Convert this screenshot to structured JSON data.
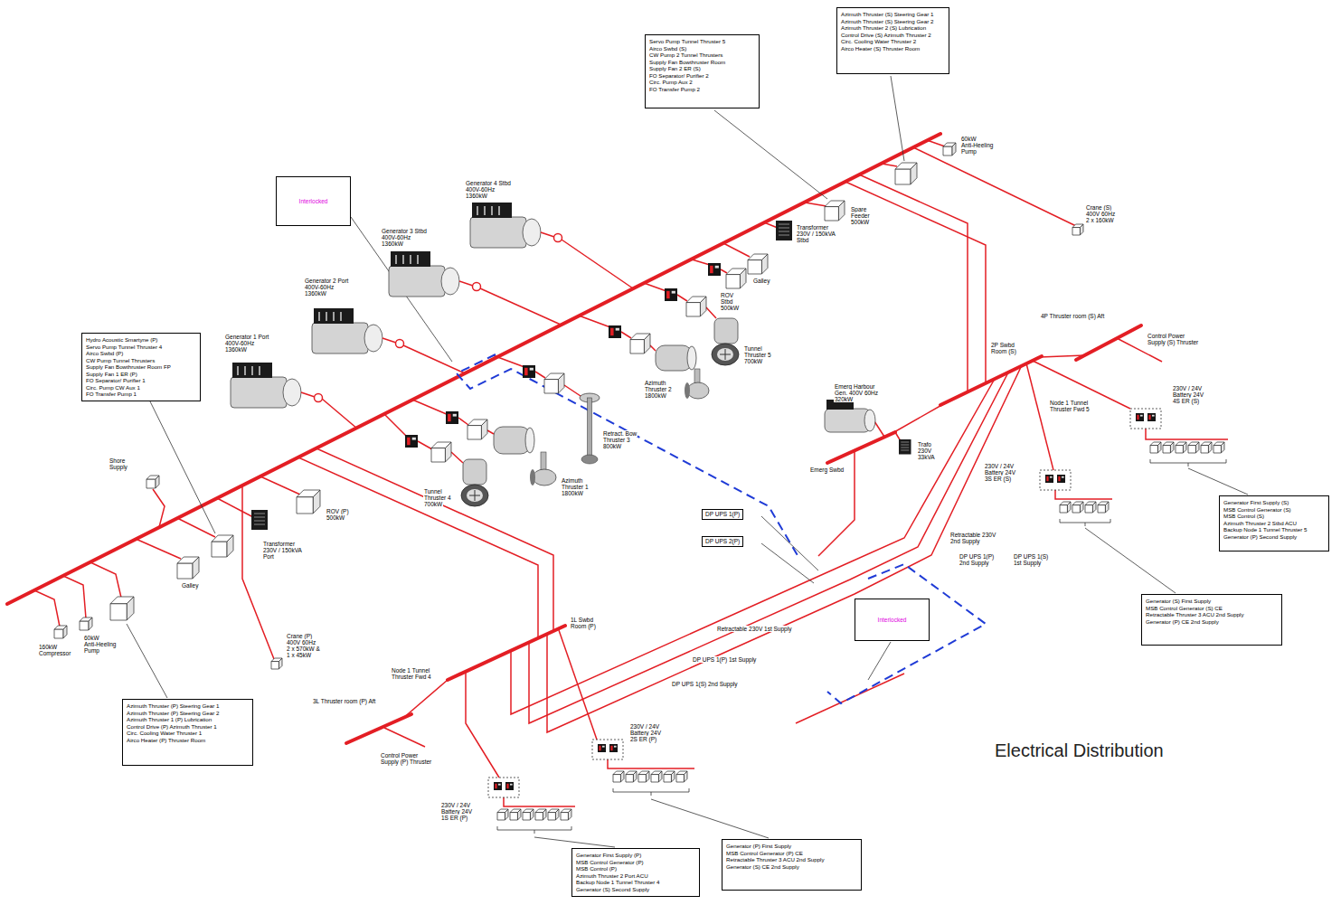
{
  "diagram": {
    "title": "Electrical Distribution",
    "nodes": [
      {
        "text": [
          "Azimuth Thruster (S) Steering Gear 1",
          "Azimuth Thruster (S) Steering Gear 2",
          "Azimuth Thruster 2 (S) Lubrication",
          "Control Drive (S) Azimuth Thruster 2",
          "Circ. Cooling Water Thruster 2",
          "Airco Heater (S) Thruster Room"
        ]
      },
      {
        "text": [
          "Servo Pump Tunnel Thruster 5",
          "Airco Swbd (S)",
          "CW Pump 2 Tunnel Thrusters",
          "Supply Fan Bowthruster Room",
          "Supply Fan 2 ER (S)",
          "FO Separator/ Purifier 2",
          "Circ. Pump Aux 2",
          "FO Transfer Pump 2"
        ]
      },
      {
        "text": [
          "Interlocked"
        ]
      },
      {
        "text": [
          "Hydro Acoustic Smartyne (P)",
          "Servo Pump Tunnel Thruster 4",
          "Airco Swbd (P)",
          "CW Pump Tunnel Thrusters",
          "Supply Fan Bowthruster Room FP",
          "Supply Fan 1 ER (P)",
          "FO Separator/ Purifier 1",
          "Circ. Pump CW Aux 1",
          "FO Transfer Pump 1"
        ]
      },
      {
        "text": [
          "DP UPS 1(P)"
        ]
      },
      {
        "text": [
          "DP UPS 2(P)"
        ]
      },
      {
        "text": [
          "Generator First Supply (S)",
          "MSB Control Generator (S)",
          "MSB Control (S)",
          "Azimuth Thruster 2 Stbd ACU",
          "Backup Node 1 Tunnel Thruster 5",
          "Generator (P) Second Supply"
        ]
      },
      {
        "text": [
          "Generator (S) First Supply",
          "MSB Control Generator (S) CE",
          "Retractable Thruster 3 ACU 2nd Supply",
          "Generator (P) CE 2nd Supply"
        ]
      },
      {
        "text": [
          "Interlocked"
        ]
      },
      {
        "text": [
          "Azimuth Thruster (P) Steering Gear 1",
          "Azimuth Thruster (P) Steering Gear 2",
          "Azimuth Thruster 1 (P) Lubrication",
          "Control Drive (P) Azimuth Thruster 1",
          "Circ. Cooling Water Thruster 1",
          "Airco Heater (P) Thruster Room"
        ]
      },
      {
        "text": [
          "Generator (P) First Supply",
          "MSB Control Generator (P) CE",
          "Retractable Thruster 3 ACU 2nd Supply",
          "Generator (S) CE 2nd Supply"
        ]
      },
      {
        "text": [
          "Generator First Supply (P)",
          "MSB Control Generator (P)",
          "MSB Control (P)",
          "Azimuth Thruster 2 Port ACU",
          "Backup Node 1 Tunnel Thruster 4",
          "Generator (S) Second Supply"
        ]
      }
    ],
    "labels": [
      "Generator 4 Stbd",
      "400V-60Hz",
      "1360kW",
      "Generator 3 Stbd",
      "400V-60Hz",
      "1360kW",
      "Generator 2 Port",
      "400V-60Hz",
      "1360kW",
      "Generator 1 Port",
      "400V-60Hz",
      "1360kW",
      "60kW",
      "Anti-Heeling",
      "Pump",
      "Crane (S)",
      "400V 60Hz",
      "2 x 160kW",
      "Spare",
      "Feeder",
      "500kW",
      "Transformer",
      "230V / 150kVA",
      "Stbd",
      "ROV",
      "Stbd",
      "500kW",
      "Galley",
      "Tunnel",
      "Thruster 5",
      "700kW",
      "Azimuth",
      "Thruster 2",
      "1800kW",
      "Retract. Bow",
      "Thruster 3",
      "800kW",
      "Azimuth",
      "Thruster 1",
      "1800kW",
      "Tunnel",
      "Thruster 4",
      "700kW",
      "ROV (P)",
      "500kW",
      "Shore",
      "Supply",
      "Transformer",
      "230V / 150kVA",
      "Port",
      "Galley",
      "Crane (P)",
      "400V 60Hz",
      "2 x 570kW &",
      "1 x 45kW",
      "160kW",
      "Compressor",
      "60kW",
      "Anti-Heeling",
      "Pump",
      "4P Thruster room (S) Aft",
      "Control Power",
      "Supply (S) Thruster",
      "2P Swbd",
      "Room (S)",
      "Node 1 Tunnel",
      "Thruster Fwd 5",
      "230V / 24V",
      "Battery 24V",
      "4S ER (S)",
      "Emerg Harbour",
      "Gen. 400V 60Hz",
      "320kW",
      "Emerg Swbd",
      "Trafo",
      "230V",
      "33kVA",
      "230V / 24V",
      "Battery 24V",
      "3S ER (S)",
      "Retractable 230V",
      "2nd Supply",
      "DP UPS 1(P)",
      "2nd Supply",
      "DP UPS 1(S)",
      "1st Supply",
      "Retractable 230V 1st Supply",
      "DP UPS 1(P) 1st Supply",
      "DP UPS 1(S) 2nd Supply",
      "1L Swbd",
      "Room (P)",
      "3L Thruster room (P) Aft",
      "Control Power",
      "Supply (P) Thruster",
      "Node 1 Tunnel",
      "Thruster Fwd 4",
      "230V / 24V",
      "Battery 24V",
      "2S ER (P)",
      "230V / 24V",
      "Battery 24V",
      "1S ER (P)"
    ]
  }
}
